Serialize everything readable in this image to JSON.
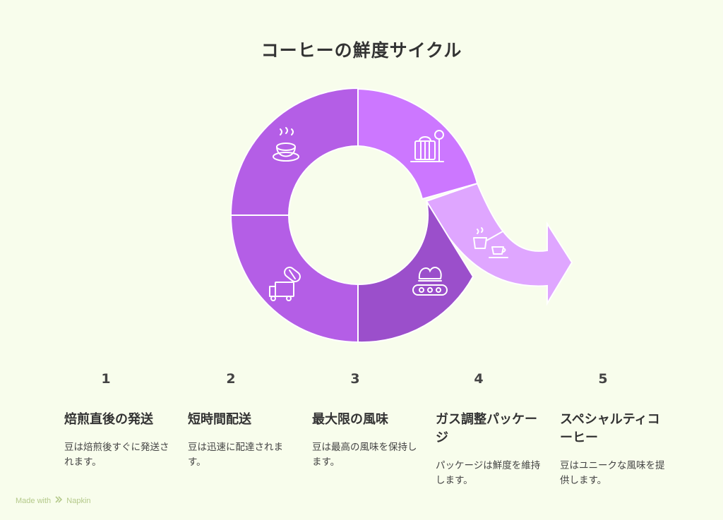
{
  "title": "コーヒーの鮮度サイクル",
  "steps": [
    {
      "number": "1",
      "title": "焙煎直後の発送",
      "description": "豆は焙煎後すぐに発送されます。"
    },
    {
      "number": "2",
      "title": "短時間配送",
      "description": "豆は迅速に配達されます。"
    },
    {
      "number": "3",
      "title": "最大限の風味",
      "description": "豆は最高の風味を保持します。"
    },
    {
      "number": "4",
      "title": "ガス調整パッケージ",
      "description": "パッケージは鮮度を維持します。"
    },
    {
      "number": "5",
      "title": "スペシャルティコーヒー",
      "description": "豆はユニークな風味を提供します。"
    }
  ],
  "colors": {
    "background": "#f8fdec",
    "segment_roasting": "#cc77ff",
    "segment_cup": "#b45ee6",
    "segment_delivery": "#b45ee6",
    "segment_conveyor": "#9b4fcb",
    "arrow": "#dfa6ff"
  },
  "icons": [
    "scale-bag-icon",
    "coffee-cup-icon",
    "delivery-truck-icon",
    "conveyor-beans-icon",
    "coffee-pot-icon"
  ],
  "footer": {
    "made_with": "Made with",
    "brand": "Napkin"
  }
}
